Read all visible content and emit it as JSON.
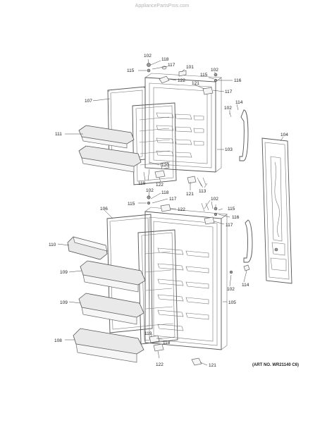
{
  "watermark": "AppliancePartsPros.com",
  "art_number": "(ART NO. WR21140 C6)",
  "callouts": {
    "c102a": "102",
    "c118a": "118",
    "c117a": "117",
    "c101": "101",
    "c115a": "115",
    "c102b": "102",
    "c115b": "115",
    "c116a": "116",
    "c122a": "122",
    "c121a": "121",
    "c117b": "117",
    "c107": "107",
    "c102c": "102",
    "c114a": "114",
    "c111": "111",
    "c103": "103",
    "c104": "104",
    "c120": "120",
    "c119a": "119",
    "c122b": "122",
    "c121b": "121",
    "c113": "113",
    "c102d": "102",
    "c118b": "118",
    "c117c": "117",
    "c115c": "115",
    "c122c": "122",
    "c102e": "102",
    "c115d": "115",
    "c116b": "116",
    "c117d": "117",
    "c106": "106",
    "c110": "110",
    "c109a": "109",
    "c102f": "102",
    "c114b": "114",
    "c109b": "109",
    "c105": "105",
    "c119b": "119",
    "c118c": "118",
    "c108": "108",
    "c122d": "122",
    "c121c": "121"
  }
}
